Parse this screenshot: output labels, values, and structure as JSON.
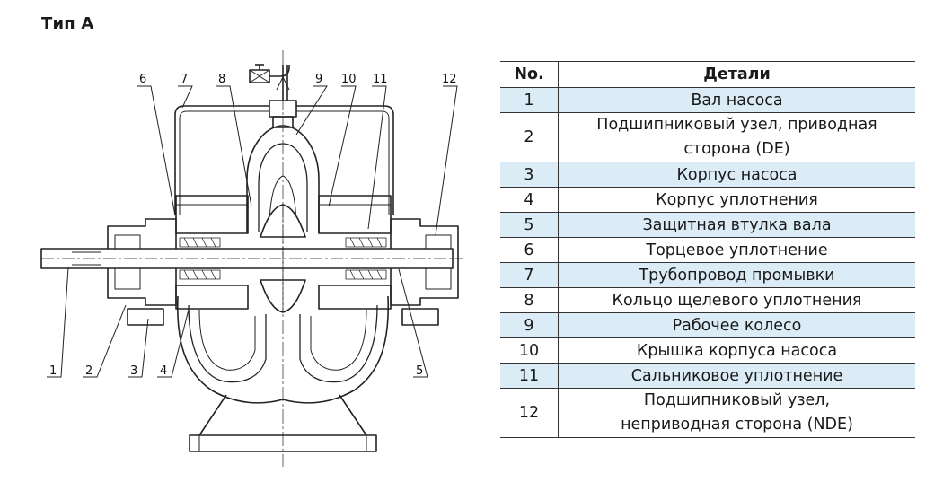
{
  "title": "Тип А",
  "table": {
    "header": {
      "num": "No.",
      "name": "Детали"
    },
    "rows": [
      {
        "num": "1",
        "lines": [
          "Вал насоса"
        ]
      },
      {
        "num": "2",
        "lines": [
          "Подшипниковый узел, приводная",
          "сторона (DE)"
        ]
      },
      {
        "num": "3",
        "lines": [
          "Корпус насоса"
        ]
      },
      {
        "num": "4",
        "lines": [
          "Корпус уплотнения"
        ]
      },
      {
        "num": "5",
        "lines": [
          "Защитная втулка вала"
        ]
      },
      {
        "num": "6",
        "lines": [
          "Торцевое уплотнение"
        ]
      },
      {
        "num": "7",
        "lines": [
          "Трубопровод промывки"
        ]
      },
      {
        "num": "8",
        "lines": [
          "Кольцо щелевого уплотнения"
        ]
      },
      {
        "num": "9",
        "lines": [
          "Рабочее колесо"
        ]
      },
      {
        "num": "10",
        "lines": [
          "Крышка корпуса насоса"
        ]
      },
      {
        "num": "11",
        "lines": [
          "Сальниковое уплотнение"
        ]
      },
      {
        "num": "12",
        "lines": [
          "Подшипниковый узел,",
          "неприводная сторона (NDE)"
        ]
      }
    ]
  },
  "callouts": {
    "top": [
      "6",
      "7",
      "8",
      "9",
      "10",
      "11",
      "12"
    ],
    "bottom": [
      "1",
      "2",
      "3",
      "4",
      "5"
    ]
  },
  "colors": {
    "row_highlight": "#dcecf7",
    "line": "#222222"
  }
}
